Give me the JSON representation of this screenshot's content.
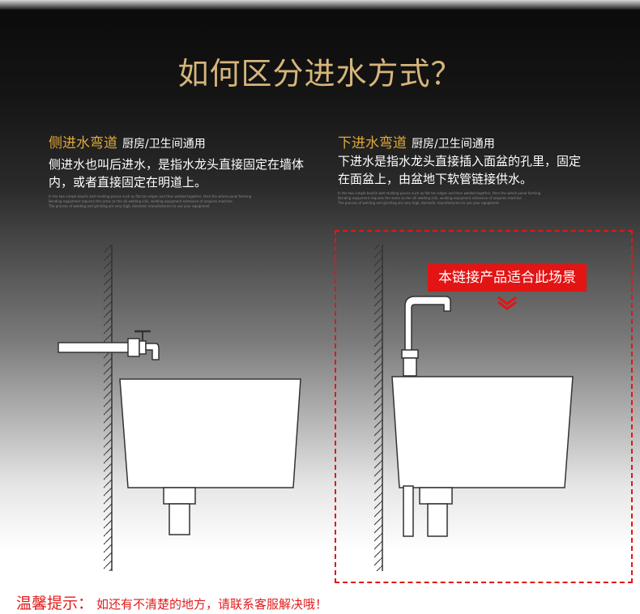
{
  "main_title": "如何区分进水方式？",
  "left": {
    "title": "侧进水弯道",
    "note": "厨房/卫生间通用",
    "desc1": "侧进水也叫后进水，是指水龙头直接固定在墙体",
    "desc2": "内，或者直接固定在明道上。",
    "fine1": "In the two simple box/lin bolt molding pieces such as flat ten edges and then welded together, then the whole panel forming",
    "fine2": "Bending equipment requires the same as the sill welding sink, welding equipment extensive of acquires machine",
    "fine3": "The process of welding and grinding are very high, domestic manufacturers to use your equipment"
  },
  "right": {
    "title": "下进水弯道",
    "note": "厨房/卫生间通用",
    "desc1": "下进水是指水龙头直接插入面盆的孔里，固定",
    "desc2": "在面盆上，由盆地下软管链接供水。",
    "fine1": "In the two simple box/lin bolt molding pieces such as flat ten edges and then welded together, then the whole panel forming",
    "fine2": "Bending equipment requires the same as the sill welding sink, welding equipment extensive of acquires machine",
    "fine3": "The process of welding and grinding are very high, domestic manufacturers to use your equipment",
    "badge": "本链接产品适合此场景"
  },
  "tip": {
    "label": "温馨提示：",
    "text": "如还有不清楚的地方，请联系客服解决哦！"
  },
  "colors": {
    "title_gold": "#d6b57a",
    "subtitle_orange": "#e0a83a",
    "accent_red": "#e31414"
  }
}
